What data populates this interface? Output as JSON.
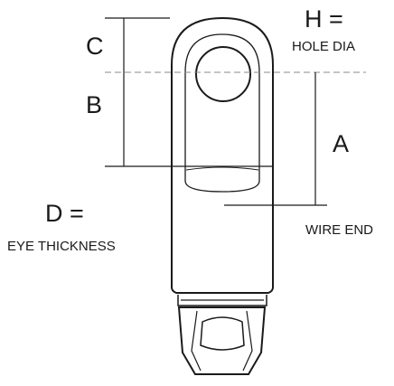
{
  "labels": {
    "c": "C",
    "b": "B",
    "a": "A",
    "h_eq": "H =",
    "hole_dia": "HOLE DIA",
    "d_eq": "D =",
    "eye_thickness": "EYE THICKNESS",
    "wire_end": "WIRE END"
  },
  "icons": [
    "eye-terminal-drawing"
  ],
  "colors": {
    "ink": "#1a1a1a",
    "background": "#ffffff"
  }
}
